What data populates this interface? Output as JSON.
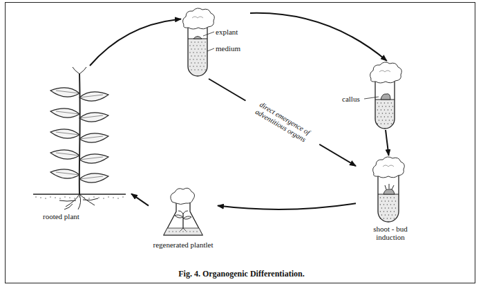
{
  "diagram": {
    "caption": "Fig. 4. Organogenic Differentiation.",
    "nodes": [
      {
        "text": [
          "explant",
          "medium"
        ]
      },
      {
        "text": [
          "callus"
        ]
      },
      {
        "text": [
          "shoot - bud induction"
        ]
      },
      {
        "text": [
          "regenerated plantlet"
        ]
      },
      {
        "text": [
          "rooted plant"
        ]
      }
    ],
    "edges": [
      {
        "from": 4,
        "to": 0,
        "arrow": "to"
      },
      {
        "from": 0,
        "to": 1,
        "arrow": "to"
      },
      {
        "from": 1,
        "to": 2,
        "arrow": "to"
      },
      {
        "from": 0,
        "to": 2,
        "label": "direct emergence of adventitious organs",
        "arrow": "to"
      },
      {
        "from": 2,
        "to": 3,
        "arrow": "to"
      },
      {
        "from": 3,
        "to": 4,
        "arrow": "to"
      }
    ]
  }
}
